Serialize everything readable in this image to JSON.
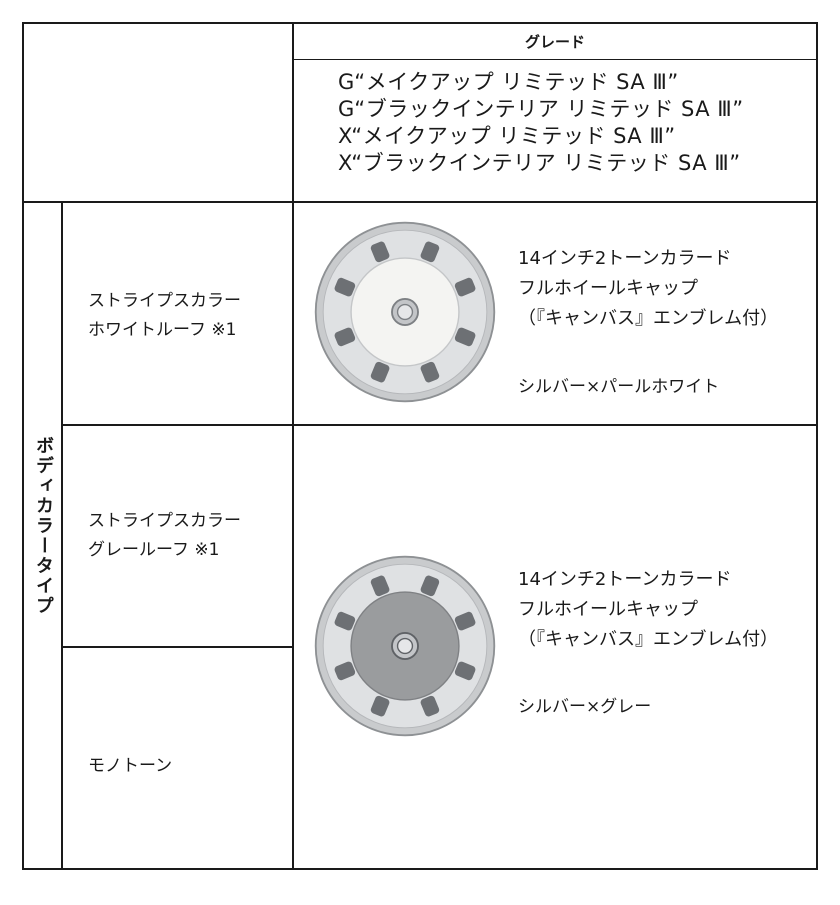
{
  "table": {
    "header": {
      "grade_label": "グレード",
      "grades": [
        "G“メイクアップ リミテッド SA Ⅲ”",
        "G“ブラックインテリア リミテッド SA Ⅲ”",
        "X“メイクアップ リミテッド SA Ⅲ”",
        "X“ブラックインテリア リミテッド SA Ⅲ”"
      ]
    },
    "body_color_type_label": "ボディカラータイプ",
    "rows": [
      {
        "color_type": [
          "ストライプスカラー",
          "ホワイトルーフ ※1"
        ]
      },
      {
        "color_type": [
          "ストライプスカラー",
          "グレールーフ ※1"
        ]
      },
      {
        "color_type": [
          "モノトーン"
        ]
      }
    ],
    "wheels": [
      {
        "spec": [
          "14インチ2トーンカラード",
          "フルホイールキャップ",
          "（『キャンバス』エンブレム付）"
        ],
        "finish": "シルバー×パールホワイト",
        "center_color": "#f4f4f2"
      },
      {
        "spec": [
          "14インチ2トーンカラード",
          "フルホイールキャップ",
          "（『キャンバス』エンブレム付）"
        ],
        "finish": "シルバー×グレー",
        "center_color": "#9a9c9e"
      }
    ]
  }
}
